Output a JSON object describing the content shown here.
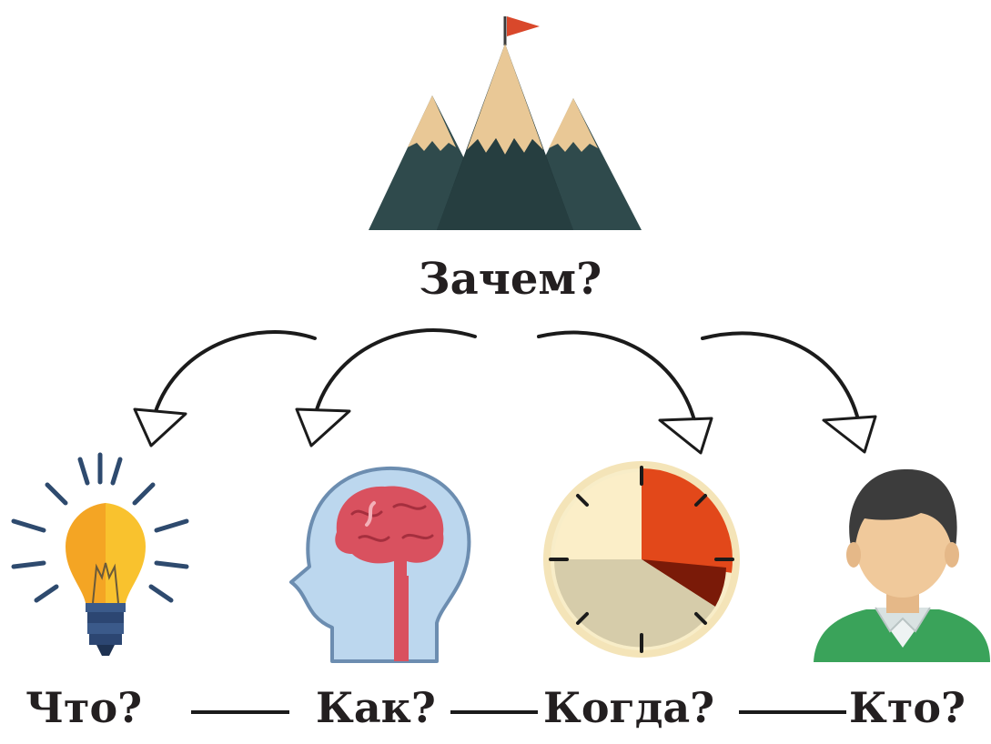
{
  "diagram": {
    "root": {
      "label": "Зачем?",
      "icon": "mountain-flag-icon"
    },
    "children": [
      {
        "id": "what",
        "label": "Что?",
        "icon": "light-bulb-icon"
      },
      {
        "id": "how",
        "label": "Как?",
        "icon": "head-brain-icon"
      },
      {
        "id": "when",
        "label": "Когда?",
        "icon": "clock-icon"
      },
      {
        "id": "who",
        "label": "Кто?",
        "icon": "person-icon"
      }
    ],
    "colors": {
      "mountain_dark": "#2f4a4c",
      "mountain_darker": "#233a3c",
      "snow": "#e9c896",
      "flag": "#d9482b",
      "bulb_yellow": "#f9c22e",
      "bulb_orange": "#f4a524",
      "rays": "#2e4a6e",
      "brain": "#d9515f",
      "head": "#bcd7ee",
      "clock_red": "#e2481a",
      "clock_darkred": "#7a1a08",
      "clock_tan": "#d6ccaa",
      "clock_cream": "#f8edc8",
      "hair": "#3c3c3c",
      "skin": "#f0c99b",
      "suit": "#3aa35a",
      "text": "#231f20"
    }
  }
}
